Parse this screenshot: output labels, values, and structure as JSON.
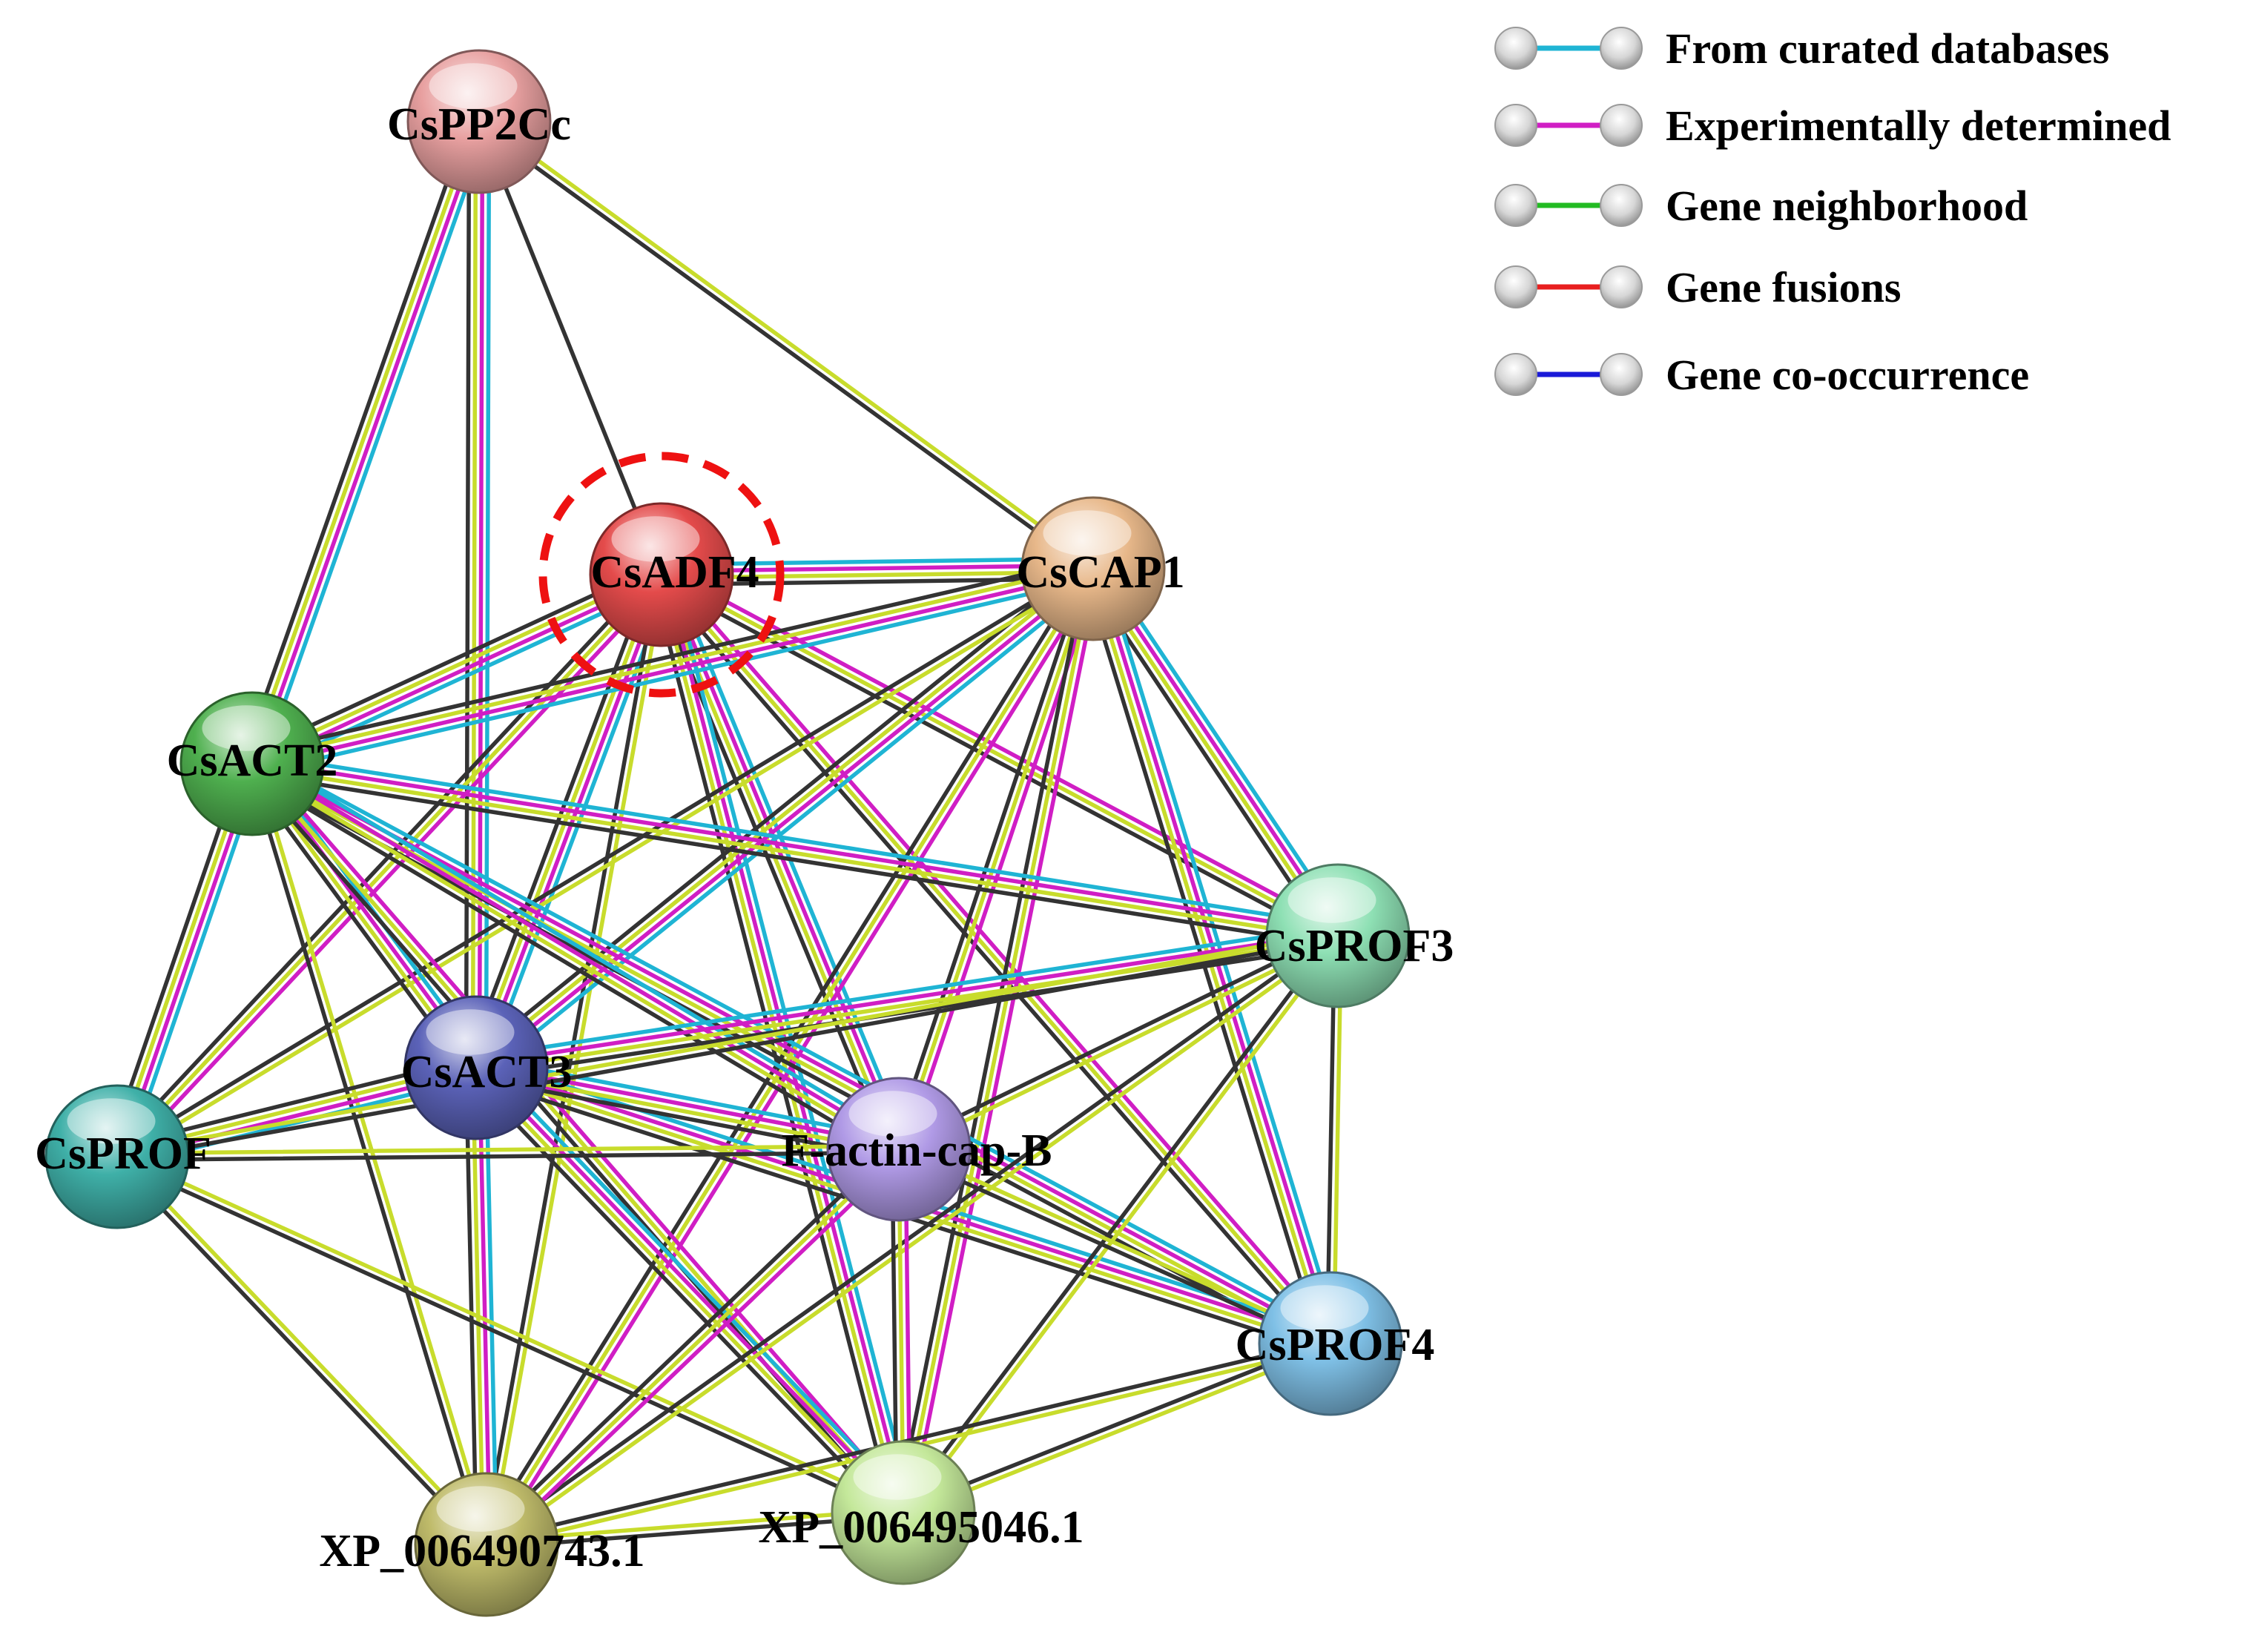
{
  "legend": {
    "items": [
      {
        "label": "From curated databases",
        "color": "#1fb4d4"
      },
      {
        "label": "Experimentally determined",
        "color": "#d01ec4"
      },
      {
        "label": "Gene neighborhood",
        "color": "#22bb22"
      },
      {
        "label": "Gene fusions",
        "color": "#e81f1f"
      },
      {
        "label": "Gene co-occurrence",
        "color": "#1a1ad8"
      }
    ]
  },
  "network": {
    "nodes": [
      {
        "id": "CsPP2Cc",
        "label": "CsPP2Cc",
        "color": "#e8a0a0",
        "highlighted": false
      },
      {
        "id": "CsADF4",
        "label": "CsADF4",
        "color": "#e44b4b",
        "highlighted": true
      },
      {
        "id": "CsCAP1",
        "label": "CsCAP1",
        "color": "#e8b88a",
        "highlighted": false
      },
      {
        "id": "CsACT2",
        "label": "CsACT2",
        "color": "#4fb04f",
        "highlighted": false
      },
      {
        "id": "CsPROF3",
        "label": "CsPROF3",
        "color": "#8ee0b4",
        "highlighted": false
      },
      {
        "id": "CsACT3",
        "label": "CsACT3",
        "color": "#5b62b8",
        "highlighted": false
      },
      {
        "id": "CsPROF",
        "label": "CsPROF",
        "color": "#3fb0a8",
        "highlighted": false
      },
      {
        "id": "F-actin-cap-B",
        "label": "F-actin-cap-B",
        "color": "#b09ae6",
        "highlighted": false
      },
      {
        "id": "CsPROF4",
        "label": "CsPROF4",
        "color": "#7fc0e6",
        "highlighted": false
      },
      {
        "id": "XP_006490743.1",
        "label": "XP_006490743.1",
        "color": "#bfbb6a",
        "highlighted": false
      },
      {
        "id": "XP_006495046.1",
        "label": "XP_006495046.1",
        "color": "#c4e89a",
        "highlighted": false
      }
    ],
    "edges": [
      {
        "source": "CsPP2Cc",
        "target": "CsACT2",
        "types": [
          "db",
          "exp",
          "text",
          "coexp"
        ]
      },
      {
        "source": "CsPP2Cc",
        "target": "CsACT3",
        "types": [
          "db",
          "exp",
          "text",
          "coexp"
        ]
      },
      {
        "source": "CsPP2Cc",
        "target": "CsADF4",
        "types": [
          "coexp"
        ]
      },
      {
        "source": "CsPP2Cc",
        "target": "CsCAP1",
        "types": [
          "text",
          "coexp"
        ]
      },
      {
        "source": "CsADF4",
        "target": "CsCAP1",
        "types": [
          "db",
          "exp",
          "text",
          "coexp"
        ]
      },
      {
        "source": "CsADF4",
        "target": "CsACT2",
        "types": [
          "db",
          "exp",
          "text",
          "coexp"
        ]
      },
      {
        "source": "CsADF4",
        "target": "CsACT3",
        "types": [
          "db",
          "exp",
          "text",
          "coexp"
        ]
      },
      {
        "source": "CsADF4",
        "target": "CsPROF",
        "types": [
          "exp",
          "text",
          "coexp"
        ]
      },
      {
        "source": "CsADF4",
        "target": "CsPROF3",
        "types": [
          "exp",
          "text",
          "coexp"
        ]
      },
      {
        "source": "CsADF4",
        "target": "CsPROF4",
        "types": [
          "exp",
          "text",
          "coexp"
        ]
      },
      {
        "source": "CsADF4",
        "target": "F-actin-cap-B",
        "types": [
          "db",
          "exp",
          "text",
          "coexp"
        ]
      },
      {
        "source": "CsADF4",
        "target": "XP_006490743.1",
        "types": [
          "text",
          "coexp"
        ]
      },
      {
        "source": "CsADF4",
        "target": "XP_006495046.1",
        "types": [
          "db",
          "exp",
          "text",
          "coexp"
        ]
      },
      {
        "source": "CsCAP1",
        "target": "CsACT2",
        "types": [
          "db",
          "exp",
          "text",
          "coexp"
        ]
      },
      {
        "source": "CsCAP1",
        "target": "CsACT3",
        "types": [
          "db",
          "exp",
          "text",
          "coexp"
        ]
      },
      {
        "source": "CsCAP1",
        "target": "CsPROF3",
        "types": [
          "db",
          "exp",
          "text",
          "coexp"
        ]
      },
      {
        "source": "CsCAP1",
        "target": "CsPROF",
        "types": [
          "text",
          "coexp"
        ]
      },
      {
        "source": "CsCAP1",
        "target": "CsPROF4",
        "types": [
          "db",
          "exp",
          "text",
          "coexp"
        ]
      },
      {
        "source": "CsCAP1",
        "target": "F-actin-cap-B",
        "types": [
          "exp",
          "text",
          "coexp"
        ]
      },
      {
        "source": "CsCAP1",
        "target": "XP_006490743.1",
        "types": [
          "exp",
          "text",
          "coexp"
        ]
      },
      {
        "source": "CsCAP1",
        "target": "XP_006495046.1",
        "types": [
          "exp",
          "text",
          "coexp"
        ]
      },
      {
        "source": "CsACT2",
        "target": "CsPROF",
        "types": [
          "db",
          "exp",
          "text",
          "coexp"
        ]
      },
      {
        "source": "CsACT2",
        "target": "CsACT3",
        "types": [
          "db",
          "exp",
          "text",
          "coexp"
        ]
      },
      {
        "source": "CsACT2",
        "target": "CsPROF3",
        "types": [
          "db",
          "exp",
          "text",
          "coexp"
        ]
      },
      {
        "source": "CsACT2",
        "target": "CsPROF4",
        "types": [
          "db",
          "exp",
          "text",
          "coexp"
        ]
      },
      {
        "source": "CsACT2",
        "target": "F-actin-cap-B",
        "types": [
          "db",
          "exp",
          "text",
          "coexp"
        ]
      },
      {
        "source": "CsACT2",
        "target": "XP_006490743.1",
        "types": [
          "text",
          "coexp"
        ]
      },
      {
        "source": "CsACT2",
        "target": "XP_006495046.1",
        "types": [
          "exp",
          "text",
          "coexp"
        ]
      },
      {
        "source": "CsACT3",
        "target": "CsPROF",
        "types": [
          "db",
          "exp",
          "text",
          "coexp"
        ]
      },
      {
        "source": "CsACT3",
        "target": "CsPROF3",
        "types": [
          "db",
          "exp",
          "text",
          "coexp"
        ]
      },
      {
        "source": "CsACT3",
        "target": "CsPROF4",
        "types": [
          "db",
          "exp",
          "text",
          "coexp"
        ]
      },
      {
        "source": "CsACT3",
        "target": "F-actin-cap-B",
        "types": [
          "db",
          "exp",
          "text",
          "coexp"
        ]
      },
      {
        "source": "CsACT3",
        "target": "XP_006490743.1",
        "types": [
          "db",
          "exp",
          "text",
          "coexp"
        ]
      },
      {
        "source": "CsACT3",
        "target": "XP_006495046.1",
        "types": [
          "db",
          "exp",
          "text",
          "coexp"
        ]
      },
      {
        "source": "CsPROF",
        "target": "CsPROF3",
        "types": [
          "text",
          "coexp"
        ]
      },
      {
        "source": "CsPROF",
        "target": "F-actin-cap-B",
        "types": [
          "text",
          "coexp"
        ]
      },
      {
        "source": "CsPROF",
        "target": "XP_006490743.1",
        "types": [
          "text",
          "coexp"
        ]
      },
      {
        "source": "CsPROF",
        "target": "XP_006495046.1",
        "types": [
          "text",
          "coexp"
        ]
      },
      {
        "source": "CsPROF3",
        "target": "F-actin-cap-B",
        "types": [
          "text",
          "coexp"
        ]
      },
      {
        "source": "CsPROF3",
        "target": "CsPROF4",
        "types": [
          "text",
          "coexp"
        ]
      },
      {
        "source": "CsPROF3",
        "target": "XP_006490743.1",
        "types": [
          "text",
          "coexp"
        ]
      },
      {
        "source": "CsPROF3",
        "target": "XP_006495046.1",
        "types": [
          "text",
          "coexp"
        ]
      },
      {
        "source": "F-actin-cap-B",
        "target": "CsPROF4",
        "types": [
          "text",
          "coexp"
        ]
      },
      {
        "source": "F-actin-cap-B",
        "target": "XP_006490743.1",
        "types": [
          "exp",
          "text",
          "coexp"
        ]
      },
      {
        "source": "F-actin-cap-B",
        "target": "XP_006495046.1",
        "types": [
          "exp",
          "text",
          "coexp"
        ]
      },
      {
        "source": "CsPROF4",
        "target": "XP_006490743.1",
        "types": [
          "text",
          "coexp"
        ]
      },
      {
        "source": "CsPROF4",
        "target": "XP_006495046.1",
        "types": [
          "text",
          "coexp"
        ]
      },
      {
        "source": "XP_006490743.1",
        "target": "XP_006495046.1",
        "types": [
          "text",
          "coexp"
        ]
      }
    ]
  }
}
